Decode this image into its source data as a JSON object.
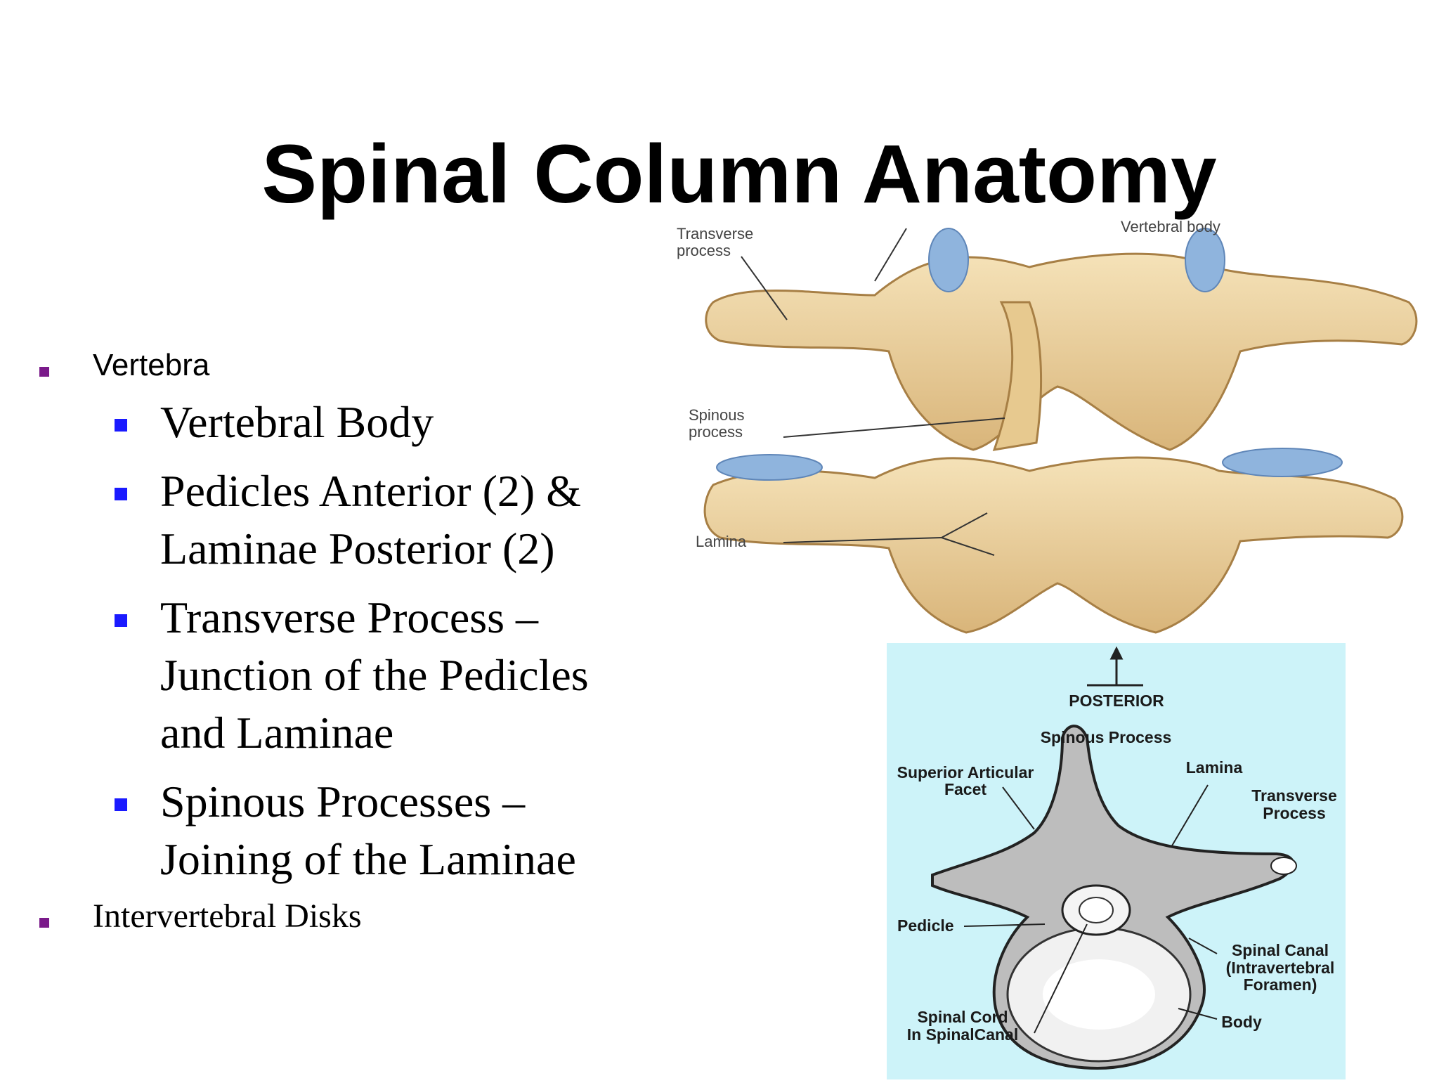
{
  "slide": {
    "title": "Spinal Column Anatomy"
  },
  "bullets": {
    "vertebra": "Vertebra",
    "sub": [
      "Vertebral Body",
      "Pedicles Anterior (2) &",
      "Laminae Posterior (2)",
      "Transverse Process –",
      "Junction of the Pedicles",
      "and Laminae",
      "Spinous Processes –",
      "Joining of the Laminae"
    ],
    "disks": "Intervertebral Disks"
  },
  "figure_top": {
    "labels": {
      "transverse_1": "Transverse",
      "transverse_2": "process",
      "vertebral_body": "Vertebral body",
      "spinous_1": "Spinous",
      "spinous_2": "process",
      "lamina": "Lamina"
    }
  },
  "figure_bottom": {
    "labels": {
      "posterior": "POSTERIOR",
      "spinous_process": "Spinous Process",
      "superior_1": "Superior Articular",
      "superior_2": "Facet",
      "lamina": "Lamina",
      "transverse_1": "Transverse",
      "transverse_2": "Process",
      "pedicle": "Pedicle",
      "canal_1": "Spinal Canal",
      "canal_2": "(Intravertebral",
      "canal_3": "Foramen)",
      "cord_1": "Spinal Cord",
      "cord_2": "In SpinalCanal",
      "body": "Body"
    }
  },
  "colors": {
    "bullet_level1": "#7a1a8a",
    "bullet_level2": "#1a1aff",
    "bone": "#ecd3a0",
    "disc": "#8fb4dd",
    "diagram_bg": "#cdf3f9"
  }
}
